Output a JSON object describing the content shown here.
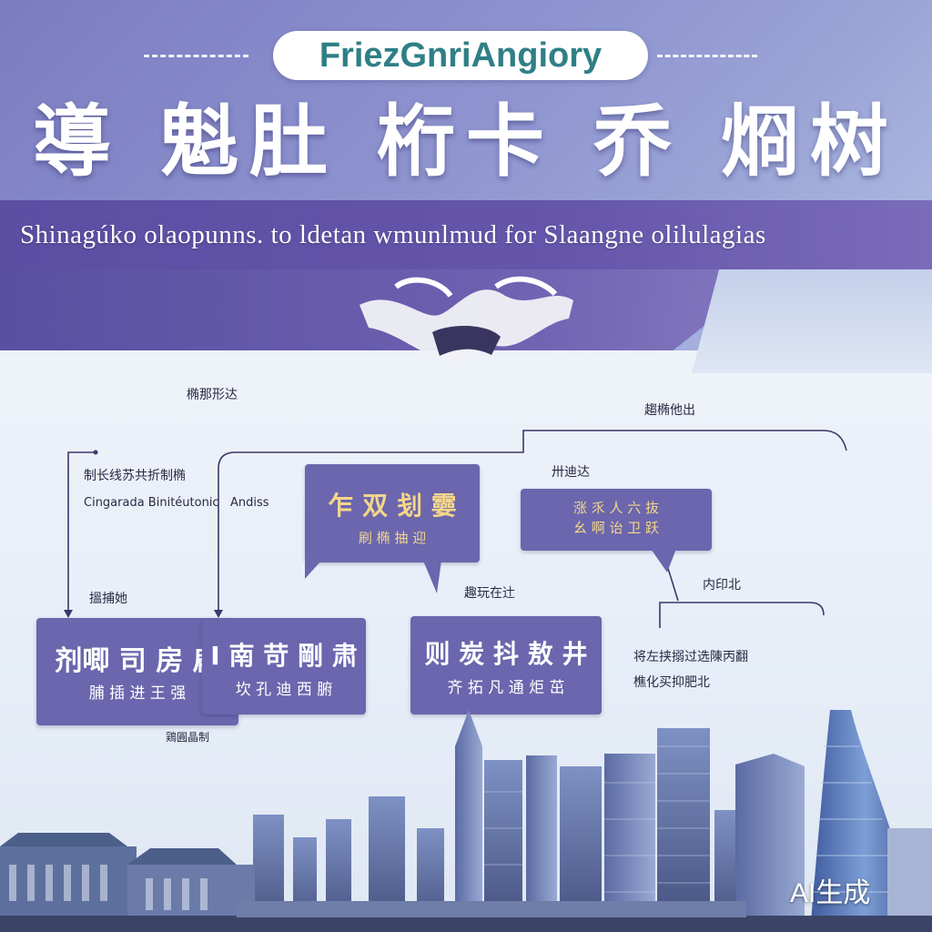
{
  "header": {
    "pill_text": "FriezGnriAngiory",
    "main_title": "導 魁肚 桁卡 乔 烱树",
    "banner_text": "Shinagúko olaopunns. to ldetan wmunlmud for Slaangne olilulagias"
  },
  "labels": {
    "top_center": "椭那形达",
    "top_right": "趨椭他出",
    "left_cn": "制长线苏共折制椭",
    "left_en": "Cingarada Binitéutonic",
    "left_en_suffix": "Andiss",
    "left_small": "搵捕她",
    "mid_small": "趣玩在辻",
    "right_small": "卅迪达",
    "right_small2": "内印北",
    "right_desc_1": "将左挟搦过选陳丙翻",
    "right_desc_2": "樵化买抑肥北",
    "bottom_small": "鶏圓晶制"
  },
  "boxes": {
    "callout_main": {
      "line1": "乍 双 刬 孁",
      "line2": "刷 椭 抽 迎"
    },
    "callout_right": {
      "line1": "涨 乑 人 六 抜",
      "line2": "幺 啊 诒 卫 跃"
    },
    "left_a": {
      "line1": "剂唧 司 房 扁",
      "line2": "脯 插 进 王 强"
    },
    "left_b": {
      "line1": "I 南 苛 剛 肃",
      "line2": "坎 孔 迪 西 腑"
    },
    "mid": {
      "line1": "则 炭 抖 敖 井",
      "line2": "齐 拓 凡 通 炬 茁"
    }
  },
  "badge": {
    "text": "AI生成"
  },
  "colors": {
    "hero_purple": "#7b7cc0",
    "banner_purple": "#5b4ea3",
    "box_purple": "#6b66ad",
    "pill_text_teal": "#2f7f86",
    "label_gold": "#f4d68a"
  }
}
